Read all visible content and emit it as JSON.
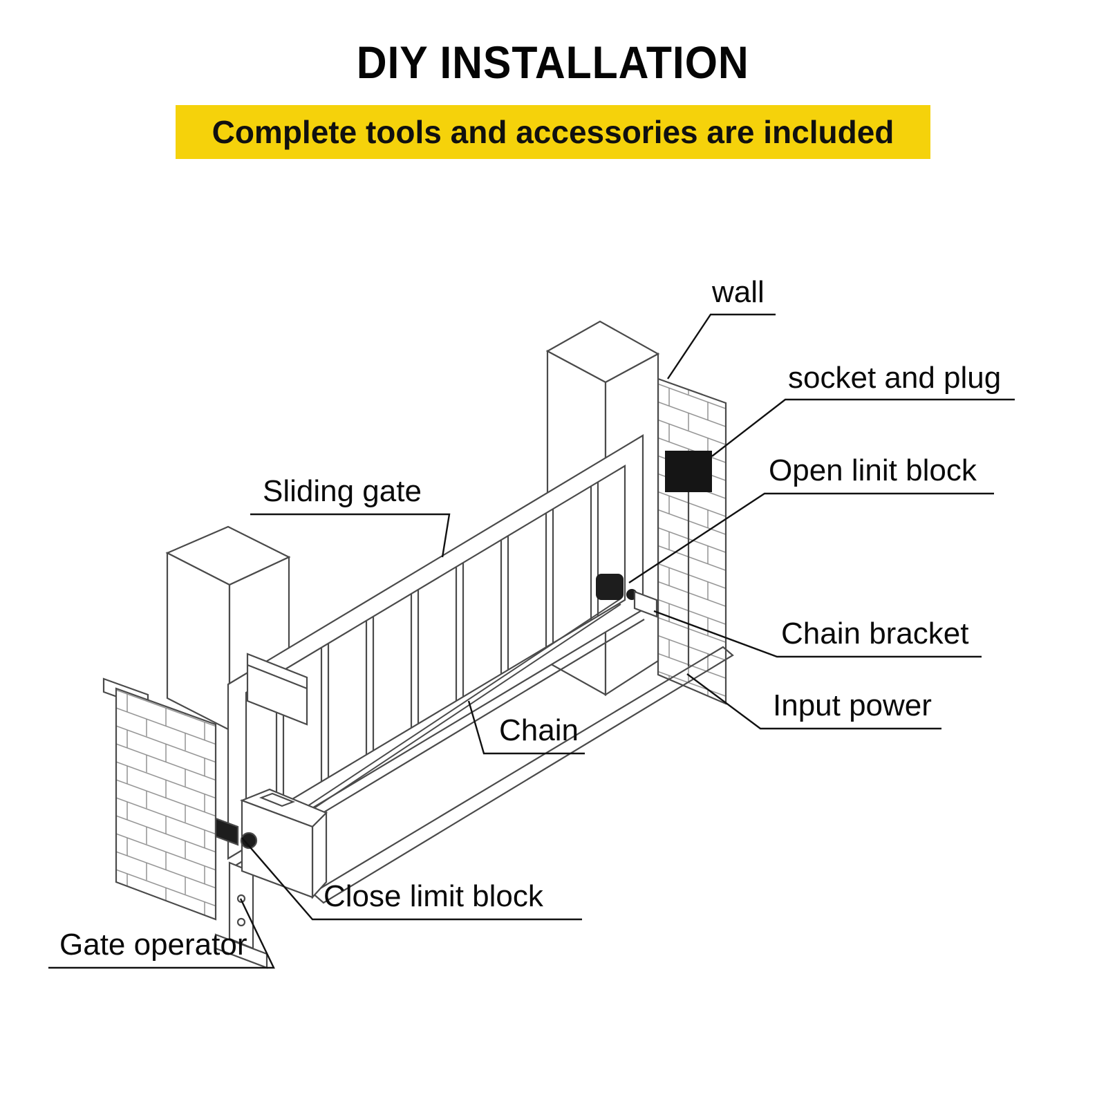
{
  "title": "DIY INSTALLATION",
  "banner": {
    "text": "Complete tools and accessories are included"
  },
  "colors": {
    "banner_bg": "#F5D20B",
    "drawing_line": "#4a4a4a",
    "leader_line": "#111111",
    "text": "#000000",
    "block_fill": "#1d1d1d"
  },
  "labels": [
    {
      "id": "wall",
      "text": "wall"
    },
    {
      "id": "socket-and-plug",
      "text": "socket and plug"
    },
    {
      "id": "open-limit-block",
      "text": "Open linit block"
    },
    {
      "id": "chain-bracket",
      "text": "Chain bracket"
    },
    {
      "id": "input-power",
      "text": "Input power"
    },
    {
      "id": "sliding-gate",
      "text": "Sliding gate"
    },
    {
      "id": "chain",
      "text": "Chain"
    },
    {
      "id": "close-limit-block",
      "text": "Close limit block"
    },
    {
      "id": "gate-operator",
      "text": "Gate operator"
    }
  ]
}
